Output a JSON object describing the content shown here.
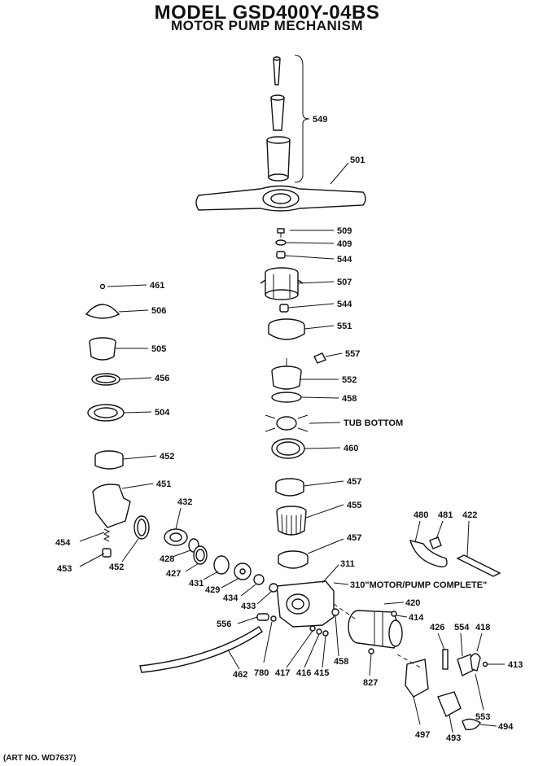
{
  "header": {
    "model": "MODEL GSD400Y-04BS",
    "section": "MOTOR PUMP MECHANISM"
  },
  "footer": {
    "art_no": "(ART NO. WD7637)"
  },
  "labels": {
    "p549": "549",
    "p501": "501",
    "p509": "509",
    "p409": "409",
    "p544a": "544",
    "p507": "507",
    "p544b": "544",
    "p551": "551",
    "p557": "557",
    "p552": "552",
    "p458a": "458",
    "tub": "TUB BOTTOM",
    "p460": "460",
    "p457a": "457",
    "p455": "455",
    "p457b": "457",
    "p311": "311",
    "motor": "310\"MOTOR/PUMP COMPLETE\"",
    "p420": "420",
    "p414": "414",
    "p461": "461",
    "p506": "506",
    "p505": "505",
    "p456": "456",
    "p504": "504",
    "p452a": "452",
    "p451": "451",
    "p432": "432",
    "p454": "454",
    "p453": "453",
    "p452b": "452",
    "p428": "428",
    "p427": "427",
    "p431": "431",
    "p429": "429",
    "p434": "434",
    "p433": "433",
    "p556": "556",
    "p462": "462",
    "p780": "780",
    "p417": "417",
    "p416": "416",
    "p415": "415",
    "p458b": "458",
    "p827": "827",
    "p480": "480",
    "p481": "481",
    "p422": "422",
    "p426": "426",
    "p554": "554",
    "p418": "418",
    "p413": "413",
    "p553": "553",
    "p494": "494",
    "p497": "497",
    "p493": "493"
  }
}
